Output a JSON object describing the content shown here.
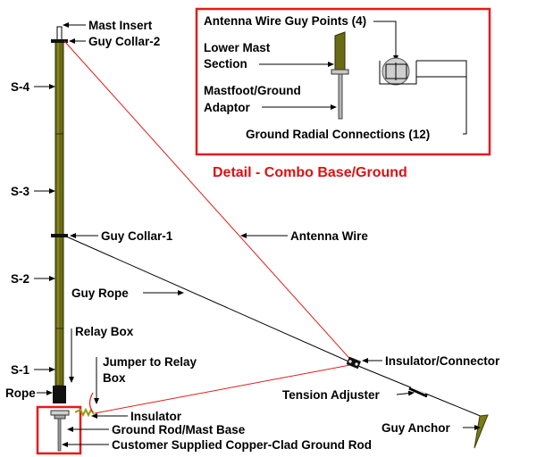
{
  "colors": {
    "mast": "#6b6b16",
    "mast_dark": "#3d3d08",
    "red": "#e41b1b",
    "line": "#000000"
  },
  "labels": {
    "mast_insert": "Mast Insert",
    "guy_collar_2": "Guy Collar-2",
    "s4": "S-4",
    "s3": "S-3",
    "s2": "S-2",
    "s1": "S-1",
    "guy_collar_1": "Guy Collar-1",
    "antenna_wire": "Antenna Wire",
    "guy_rope": "Guy Rope",
    "relay_box": "Relay Box",
    "jumper_line1": "Jumper to Relay",
    "jumper_line2": "Box",
    "rope": "Rope",
    "insulator": "Insulator",
    "ground_rod_mast_base": "Ground Rod/Mast Base",
    "copper_clad": "Customer Supplied Copper-Clad Ground Rod",
    "insulator_connector": "Insulator/Connector",
    "tension_adjuster": "Tension Adjuster",
    "guy_anchor": "Guy Anchor"
  },
  "detail": {
    "guy_points": "Antenna Wire Guy Points (4)",
    "lower_mast_1": "Lower Mast",
    "lower_mast_2": "Section",
    "mastfoot_1": "Mastfoot/Ground",
    "mastfoot_2": "Adaptor",
    "radial": "Ground Radial Connections (12)",
    "title": "Detail - Combo Base/Ground"
  }
}
